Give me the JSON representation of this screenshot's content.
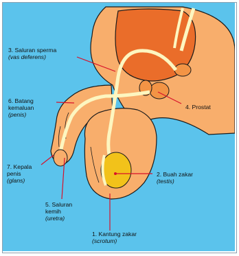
{
  "colors": {
    "background": "#5bc3ec",
    "skin": "#f8ae6c",
    "skin_outline": "#1a1a1a",
    "bladder": "#ea6d2a",
    "duct": "#fdf6c0",
    "testis": "#f2c21a",
    "prostate": "#f39445",
    "leader_line": "#d8102a"
  },
  "labels": {
    "l3": {
      "line1": "3. Saluran sperma",
      "line2": "(vas deferens)"
    },
    "l6": {
      "line1": "6. Batang",
      "line2": "kemaluan",
      "line3": "(penis)"
    },
    "l4": {
      "line1": "4. Prostat"
    },
    "l7": {
      "line1": "7. Kepala",
      "line2": "penis",
      "line3": "(glans)"
    },
    "l2": {
      "line1": "2. Buah zakar",
      "line2": "(testis)"
    },
    "l5": {
      "line1": "5. Saluran",
      "line2": "kemih",
      "line3": "(uretra)"
    },
    "l1": {
      "line1": "1. Kantung zakar",
      "line2": "(scrotum)"
    }
  }
}
